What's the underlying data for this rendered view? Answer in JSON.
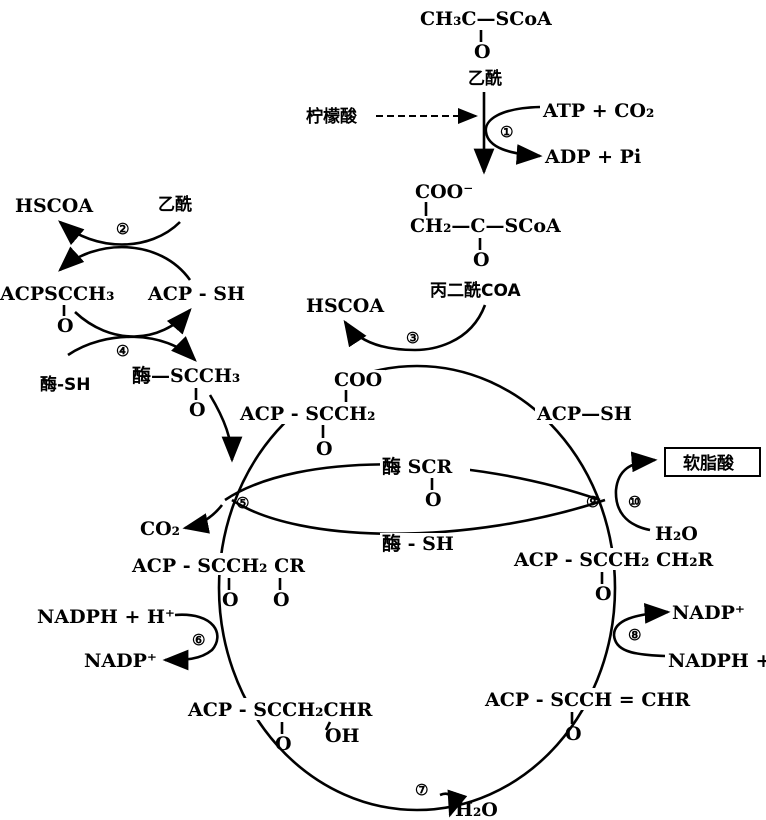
{
  "acetyl_coa": {
    "formula": "CH₃C—SCoA",
    "oxo": "O",
    "label": "乙酰"
  },
  "citrate": "柠檬酸",
  "step1": {
    "num": "①",
    "in": "ATP + CO₂",
    "out": "ADP + Pi"
  },
  "malonyl_coa": {
    "coo": "COO⁻",
    "formula": "CH₂—C—SCoA",
    "oxo": "O",
    "label": "丙二酰COA"
  },
  "step2": {
    "num": "②",
    "left_top": "HSCOA",
    "right_top": "乙酰",
    "left_bottom": "ACPSCCH₃",
    "left_oxo": "O",
    "right_bottom": "ACP - SH"
  },
  "step3": {
    "num": "③",
    "out": "HSCOA"
  },
  "step4": {
    "num": "④",
    "left": "酶-SH",
    "right": "酶—SCCH₃",
    "right_oxo": "O"
  },
  "cycle": {
    "malonyl_acp_coo": "COO",
    "malonyl_acp": "ACP - SCCH₂",
    "malonyl_acp_oxo": "O",
    "acp_sh": "ACP—SH",
    "enzyme_scr": "酶 SCR",
    "enzyme_scr_oxo": "O",
    "enzyme_sh": "酶 - SH",
    "step5": "⑤",
    "co2": "CO₂",
    "ketoacyl": "ACP - SCCH₂ CR",
    "ketoacyl_oxo1": "O",
    "ketoacyl_oxo2": "O",
    "step6": "⑥",
    "step6_in": "NADPH + H⁺",
    "step6_out": "NADP⁺",
    "hydroxyacyl": "ACP - SCCH₂CHR",
    "hydroxyacyl_oxo": "O",
    "hydroxyacyl_oh": "OH",
    "step7": "⑦",
    "step7_out": "H₂O",
    "enoyl": "ACP - SCCH = CHR",
    "enoyl_oxo": "O",
    "step8": "⑧",
    "step8_out": "NADP⁺",
    "step8_in": "NADPH +",
    "acyl": "ACP - SCCH₂ CH₂R",
    "acyl_oxo": "O",
    "step9": "⑨",
    "step10": "⑩",
    "step10_in": "H₂O",
    "palmitate": "软脂酸"
  }
}
